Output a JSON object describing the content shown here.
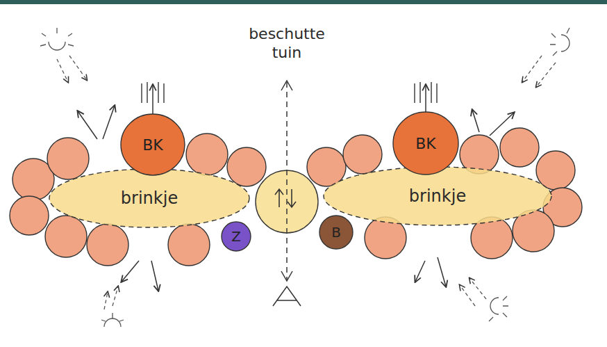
{
  "diagram": {
    "nodes": [
      {
        "text": [
          "BK"
        ]
      },
      {
        "text": [
          "BK"
        ]
      },
      {
        "text": [
          "brinkje"
        ]
      },
      {
        "text": [
          "brinkje"
        ]
      },
      {
        "text": [
          "Z"
        ]
      },
      {
        "text": [
          "B"
        ]
      }
    ],
    "labels": [
      "beschutte tuin"
    ]
  }
}
